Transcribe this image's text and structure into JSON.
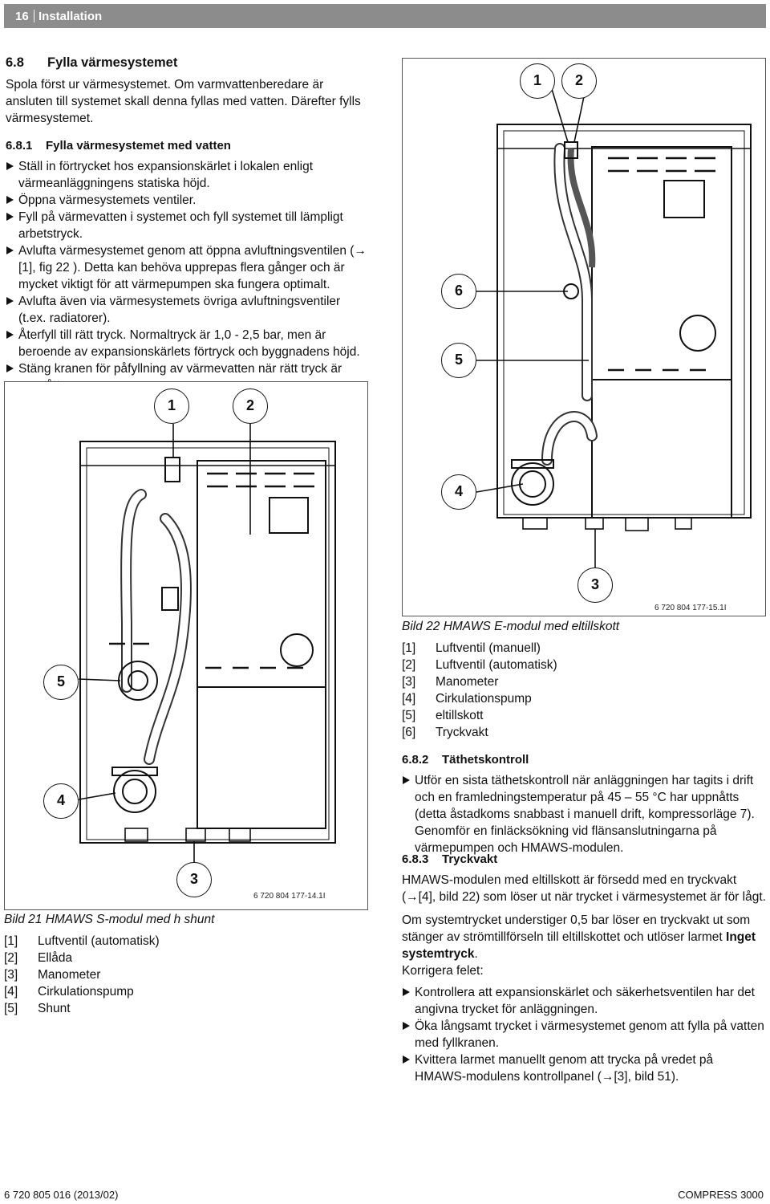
{
  "header": {
    "page_number": "16",
    "section": "Installation"
  },
  "section_6_8": {
    "number": "6.8",
    "title": "Fylla värmesystemet",
    "intro": "Spola först ur värmesystemet. Om varmvattenberedare är ansluten till systemet skall denna fyllas med vatten. Därefter fylls värmesystemet."
  },
  "section_6_8_1": {
    "number": "6.8.1",
    "title": "Fylla värmesystemet med vatten",
    "steps": [
      "Ställ in förtrycket hos expansionskärlet i lokalen enligt värmeanläggningens statiska höjd.",
      "Öppna värmesystemets ventiler.",
      "Fyll på värmevatten i systemet och fyll systemet till lämpligt arbetstryck.",
      "Avlufta värmesystemet genom att öppna avluftningsventilen (→ [1], fig 22 ). Detta kan behöva upprepas flera gånger och är mycket viktigt för att värmepumpen ska fungera optimalt.",
      "Avlufta även via värmesystemets övriga avluftningsventiler (t.ex. radiatorer).",
      "Återfyll till rätt tryck. Normaltryck är 1,0 - 2,5 bar, men är beroende av expansionskärlets förtryck och byggnadens höjd.",
      "Stäng kranen för påfyllning av värmevatten när rätt tryck är uppnått."
    ]
  },
  "figure_22": {
    "callouts": [
      "1",
      "2",
      "6",
      "5",
      "4",
      "3"
    ],
    "figure_id": "6 720 804 177-15.1I",
    "caption": "Bild 22  HMAWS E-modul med eltillskott",
    "legend": [
      {
        "ref": "[1]",
        "text": "Luftventil (manuell)"
      },
      {
        "ref": "[2]",
        "text": "Luftventil (automatisk)"
      },
      {
        "ref": "[3]",
        "text": "Manometer"
      },
      {
        "ref": "[4]",
        "text": "Cirkulationspump"
      },
      {
        "ref": "[5]",
        "text": "eltillskott"
      },
      {
        "ref": "[6]",
        "text": "Tryckvakt"
      }
    ]
  },
  "figure_21": {
    "callouts": [
      "1",
      "2",
      "5",
      "4",
      "3"
    ],
    "figure_id": "6 720 804 177-14.1I",
    "caption": "Bild 21  HMAWS S-modul med h shunt",
    "legend": [
      {
        "ref": "[1]",
        "text": "Luftventil (automatisk)"
      },
      {
        "ref": "[2]",
        "text": "Ellåda"
      },
      {
        "ref": "[3]",
        "text": "Manometer"
      },
      {
        "ref": "[4]",
        "text": "Cirkulationspump"
      },
      {
        "ref": "[5]",
        "text": "Shunt"
      }
    ]
  },
  "section_6_8_2": {
    "number": "6.8.2",
    "title": "Täthetskontroll",
    "steps": [
      "Utför en sista täthetskontroll när anläggningen har tagits i drift och en framledningstemperatur på 45 – 55 °C har uppnåtts (detta åstadkoms snabbast i manuell drift, kompressorläge 7). Genomför en finläcksökning vid flänsanslutningarna på värmepumpen och HMAWS-modulen."
    ]
  },
  "section_6_8_3": {
    "number": "6.8.3",
    "title": "Tryckvakt",
    "para1": "HMAWS-modulen med eltillskott är försedd med en tryckvakt (→[4], bild 22) som löser ut när trycket i värmesystemet är för lågt.",
    "para2_before": "Om systemtrycket understiger 0,5 bar löser en tryckvakt ut som stänger av strömtillförseln till eltillskottet och utlöser larmet ",
    "para2_bold": "Inget systemtryck",
    "para2_after": ".",
    "para3": "Korrigera felet:",
    "steps": [
      "Kontrollera att expansionskärlet och säkerhetsventilen har det angivna trycket för anläggningen.",
      "Öka långsamt trycket i värmesystemet genom att fylla på vatten med fyllkranen.",
      "Kvittera larmet manuellt genom att trycka på vredet på HMAWS-modulens kontrollpanel (→[3], bild 51)."
    ]
  },
  "footer": {
    "doc_number": "6 720 805 016 (2013/02)",
    "product": "COMPRESS 3000"
  }
}
